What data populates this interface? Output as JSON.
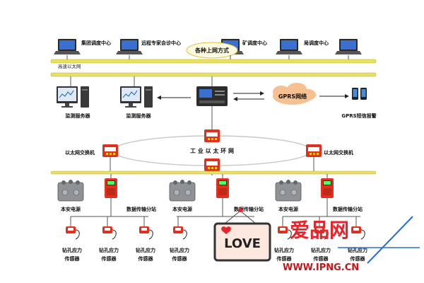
{
  "top_row": {
    "group_center": "集团调度中心",
    "remote_center": "远程专家会诊中心",
    "mine_center": "矿调度中心",
    "bureau_center": "局调度中心",
    "access_methods": "各种上网方式",
    "ethernet": "高速以太网"
  },
  "middle_row": {
    "monitor_server_1": "监测服务器",
    "monitor_server_2": "监测服务器",
    "gprs_network": "GPRS网络",
    "gprs_sms": "GPRS短信报警"
  },
  "ring": {
    "title": "工 业 以 太 环 网",
    "switch_left": "以太网交换机",
    "switch_right": "以太网交换机"
  },
  "stations": {
    "power_label": "本安电源",
    "substation_label": "数据传输分站"
  },
  "sensors": {
    "label_line1": "钻孔应力",
    "label_line2": "传感器"
  },
  "watermark": {
    "brand": "爱品网",
    "love": "LOVE",
    "url": "WWW.IPNG.CN"
  },
  "colors": {
    "bus_yellow": "#e8e060",
    "device_red": "#e03020",
    "watermark_red": "#e8232a"
  }
}
